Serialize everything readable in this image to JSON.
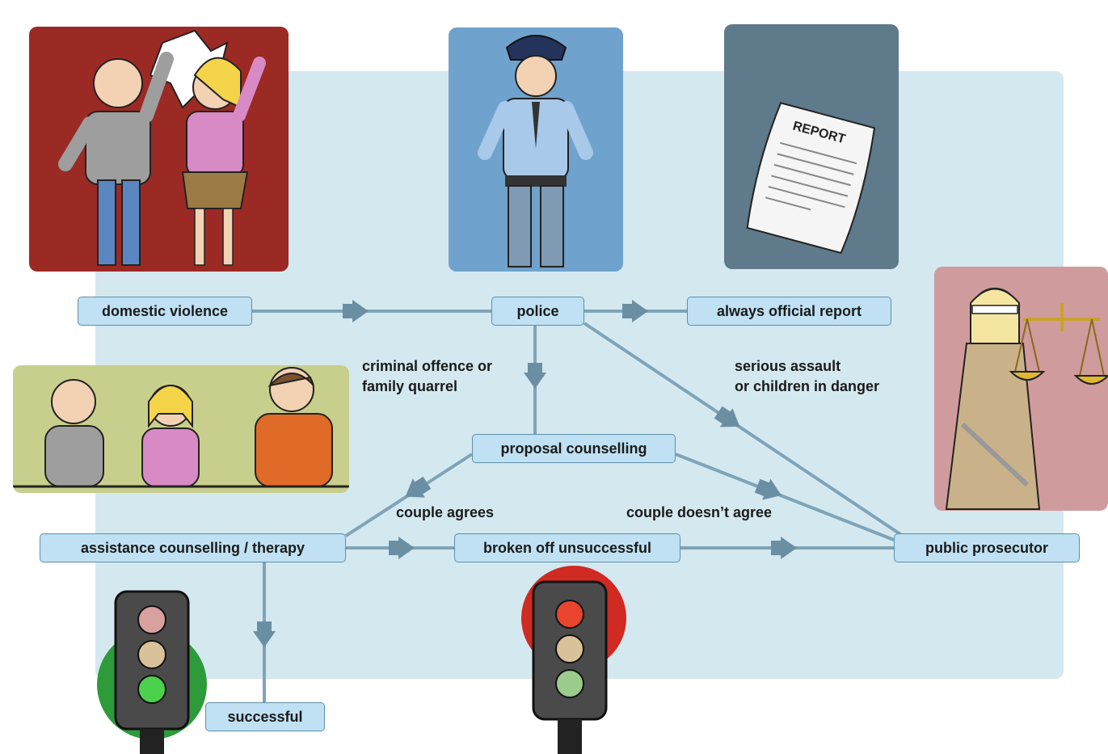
{
  "nodes": {
    "domestic_violence": "domestic violence",
    "police": "police",
    "official_report": "always official report",
    "proposal_counselling": "proposal counselling",
    "assistance_counselling": "assistance counselling / therapy",
    "broken_off": "broken off unsuccessful",
    "public_prosecutor": "public prosecutor",
    "successful": "successful"
  },
  "edge_labels": {
    "criminal_offence_line1": "criminal offence or",
    "criminal_offence_line2": "family quarrel",
    "serious_assault_line1": "serious assault",
    "serious_assault_line2": "or children in danger",
    "couple_agrees": "couple agrees",
    "couple_disagrees": "couple doesn’t agree"
  },
  "illustrations": {
    "report_heading": "REPORT"
  },
  "colors": {
    "panel_background": "#d4e8f0",
    "node_fill": "#bfe1f3",
    "node_border": "#5f8fa9",
    "connector": "#7fa4b7",
    "arrow": "#6b8fa2",
    "violence_panel": "#9b2a24",
    "police_panel": "#6fa2cc",
    "report_panel": "#5e7a8b",
    "justice_panel": "#d09b9c",
    "counselling_panel": "#c8cf8c",
    "green_light": "#2d9b3a",
    "red_light": "#d02a22"
  },
  "icons": [
    "violence-illustration",
    "police-officer-illustration",
    "report-document-icon",
    "lady-justice-illustration",
    "counselling-table-illustration",
    "traffic-light-green-icon",
    "traffic-light-red-icon"
  ]
}
